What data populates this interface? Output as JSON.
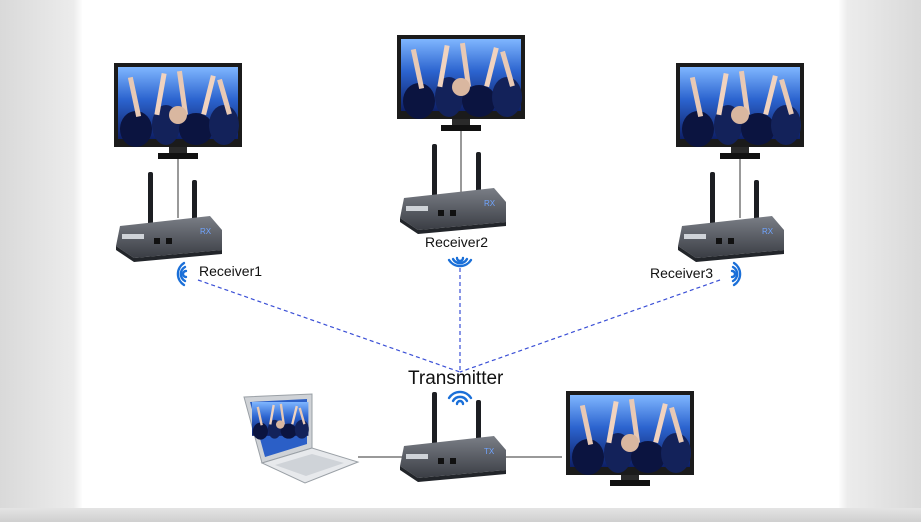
{
  "labels": {
    "receiver1": "Receiver1",
    "receiver2": "Receiver2",
    "receiver3": "Receiver3",
    "transmitter": "Transmitter"
  },
  "devices": {
    "receiver_badge": "RX",
    "transmitter_badge": "TX"
  },
  "colors": {
    "link_line": "#3a4fd6",
    "wifi": "#1a6fd8",
    "device_body": "#4a4e56",
    "screen_blue": "#2b63c9"
  }
}
